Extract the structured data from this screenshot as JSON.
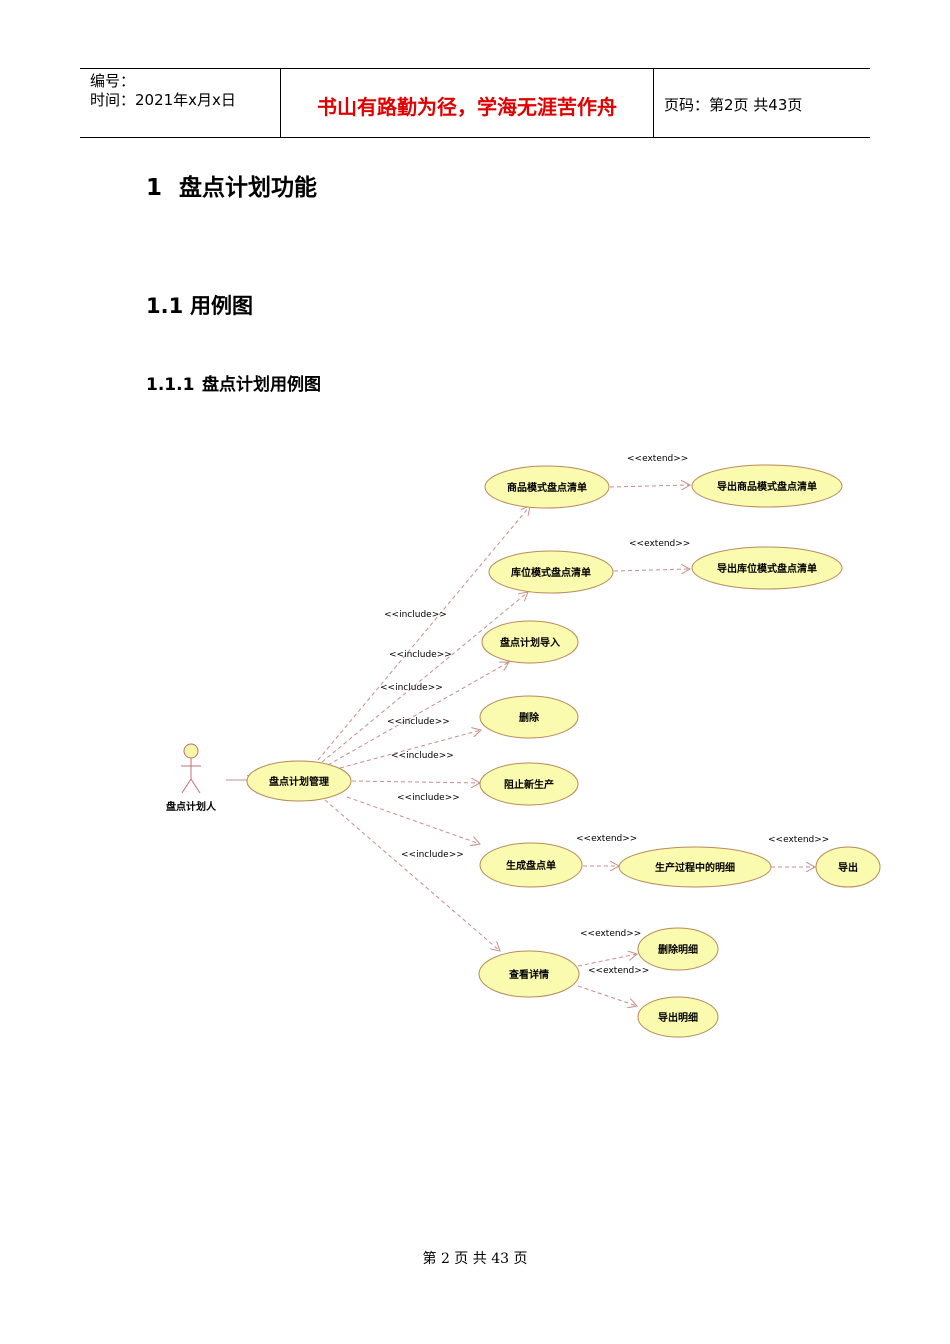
{
  "header": {
    "number_label": "编号：",
    "time_label": "时间：2021年x月x日",
    "motto": "书山有路勤为径，学海无涯苦作舟",
    "page_info": "页码：第2页  共43页"
  },
  "headings": {
    "h1": {
      "num": "1",
      "text": "盘点计划功能"
    },
    "h2": {
      "num": "1.1",
      "text": "用例图"
    },
    "h3": {
      "num": "1.1.1",
      "text": "盘点计划用例图"
    }
  },
  "diagram": {
    "actor": "盘点计划人",
    "usecases": {
      "manage": "盘点计划管理",
      "goods_list": "商品模式盘点清单",
      "export_goods": "导出商品模式盘点清单",
      "loc_list": "库位模式盘点清单",
      "export_loc": "导出库位模式盘点清单",
      "import": "盘点计划导入",
      "delete": "删除",
      "block": "阻止新生产",
      "gen_list": "生成盘点单",
      "process_detail": "生产过程中的明细",
      "export": "导出",
      "view_detail": "查看详情",
      "delete_detail": "删除明细",
      "export_detail": "导出明细"
    },
    "stereotypes": {
      "include": "<<include>>",
      "extend": "<<extend>>"
    }
  },
  "footer": {
    "page_text": "第 2 页 共 43 页"
  }
}
